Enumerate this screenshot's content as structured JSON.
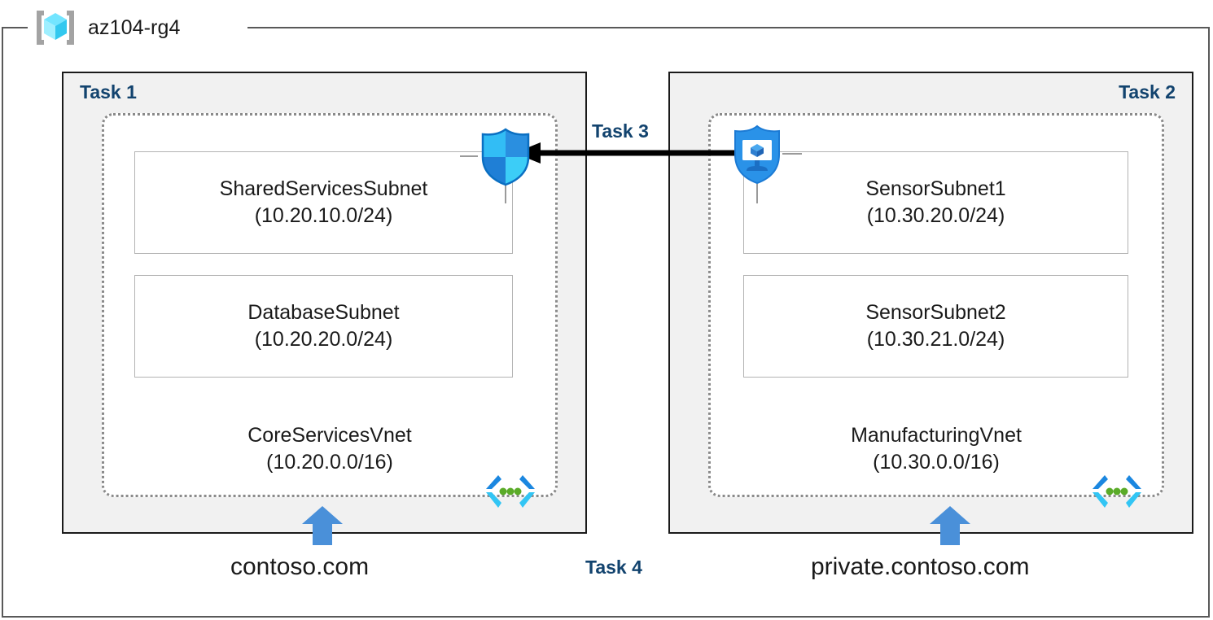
{
  "resource_group": {
    "name": "az104-rg4",
    "icon": "resource-group-cube-icon"
  },
  "groups": [
    {
      "task_label": "Task 1",
      "label_align": "left",
      "vnet": {
        "name": "CoreServicesVnet",
        "cidr": "(10.20.0.0/16)",
        "icon": "virtual-network-icon"
      },
      "subnets": [
        {
          "name": "SharedServicesSubnet",
          "cidr": "(10.20.10.0/24)"
        },
        {
          "name": "DatabaseSubnet",
          "cidr": "(10.20.20.0/24)"
        }
      ],
      "dns": {
        "label": "contoso.com",
        "arrow": "up-arrow-icon"
      }
    },
    {
      "task_label": "Task 2",
      "label_align": "right",
      "vnet": {
        "name": "ManufacturingVnet",
        "cidr": "(10.30.0.0/16)",
        "icon": "virtual-network-icon"
      },
      "subnets": [
        {
          "name": "SensorSubnet1",
          "cidr": "(10.30.20.0/24)"
        },
        {
          "name": "SensorSubnet2",
          "cidr": "(10.30.21.0/24)"
        }
      ],
      "dns": {
        "label": "private.contoso.com",
        "arrow": "up-arrow-icon"
      }
    }
  ],
  "connection": {
    "task_label": "Task 3",
    "direction": "right-to-left",
    "source_icon": "defender-vm-shield-icon",
    "target_icon": "network-security-group-shield-icon"
  },
  "task4": {
    "task_label": "Task 4"
  },
  "colors": {
    "task_label": "#12436e",
    "task_box_fill": "#f1f1f1",
    "task_box_border": "#1a1a1a",
    "vnet_border": "#8a8a8a",
    "subnet_border": "#b3b3b3",
    "rg_border": "#595959",
    "arrow_blue": "#4a90d9",
    "shield_blue": "#0a84e8",
    "shield_cyan": "#32bdf5",
    "vnet_icon_blue": "#1b87e0",
    "vnet_icon_cyan": "#32c5f4",
    "vnet_icon_green": "#5aab28",
    "cube_cyan": "#50e6ff",
    "bracket_gray": "#a3a3a3"
  }
}
